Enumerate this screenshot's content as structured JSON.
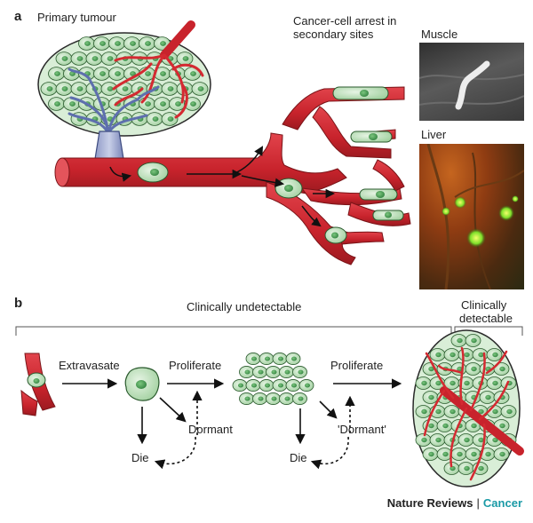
{
  "panel_a": {
    "letter": "a",
    "primary_tumour_label": "Primary tumour",
    "arrest_label_line1": "Cancer-cell arrest in",
    "arrest_label_line2": "secondary sites",
    "photo_top_label": "Muscle",
    "photo_bottom_label": "Liver"
  },
  "panel_b": {
    "letter": "b",
    "undetectable_label": "Clinically undetectable",
    "detectable_line1": "Clinically",
    "detectable_line2": "detectable",
    "extravasate_label": "Extravasate",
    "proliferate1_label": "Proliferate",
    "proliferate2_label": "Proliferate",
    "dormant1_label": "Dormant",
    "dormant2_label": "'Dormant'",
    "die1_label": "Die",
    "die2_label": "Die"
  },
  "footer": {
    "journal": "Nature Reviews",
    "separator": "|",
    "section": "Cancer"
  },
  "colors": {
    "vessel_red": "#c8232c",
    "cell_green": "#c9e6c8",
    "nucleus_green": "#3e9a4f",
    "lymph_blue": "#6d7fb8",
    "accent_teal": "#1a9aa6"
  }
}
